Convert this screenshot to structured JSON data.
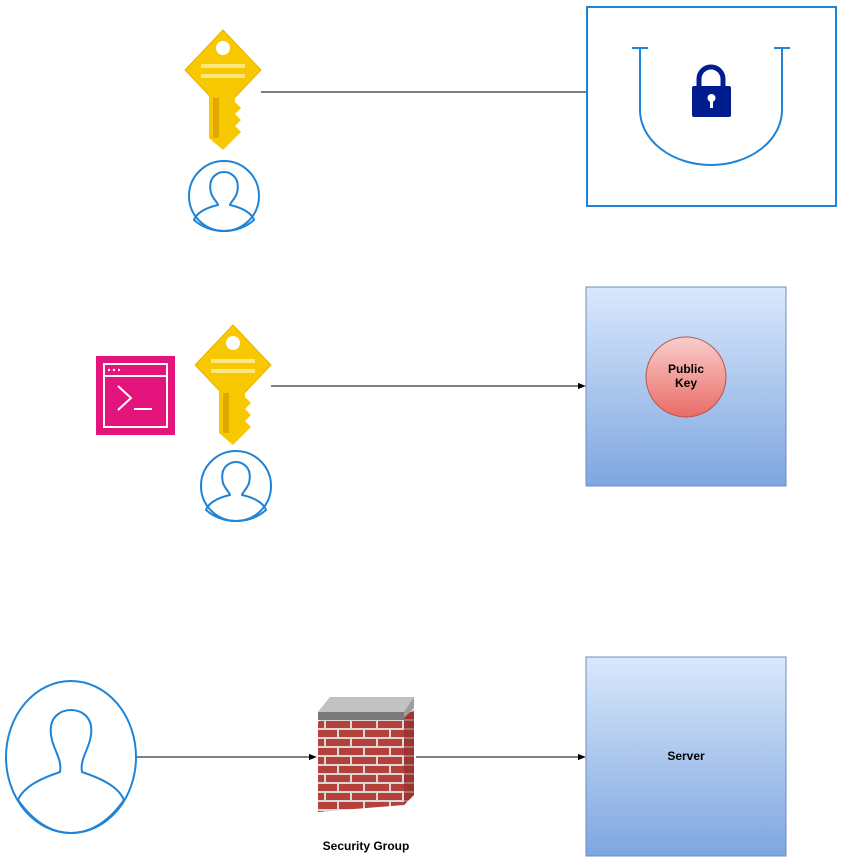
{
  "colors": {
    "accent_blue": "#1f84d6",
    "key_gold": "#f7c800",
    "lock_navy": "#001d8f",
    "terminal_pink": "#e3147c",
    "brick_red": "#b13c35",
    "circle_fill_top": "#f8cecc",
    "circle_fill_bottom": "#ea6b66",
    "box_fill_top": "#dae8fc",
    "box_fill_bottom": "#7ea6e0"
  },
  "row1": {
    "icons": [
      "key-icon",
      "user-icon",
      "padlock-icon"
    ]
  },
  "row2": {
    "icons": [
      "terminal-icon",
      "key-icon",
      "user-icon"
    ],
    "public_key_label": "Public\nKey"
  },
  "row3": {
    "icons": [
      "user-icon",
      "firewall-icon"
    ],
    "security_group_label": "Security Group",
    "server_label": "Server"
  }
}
